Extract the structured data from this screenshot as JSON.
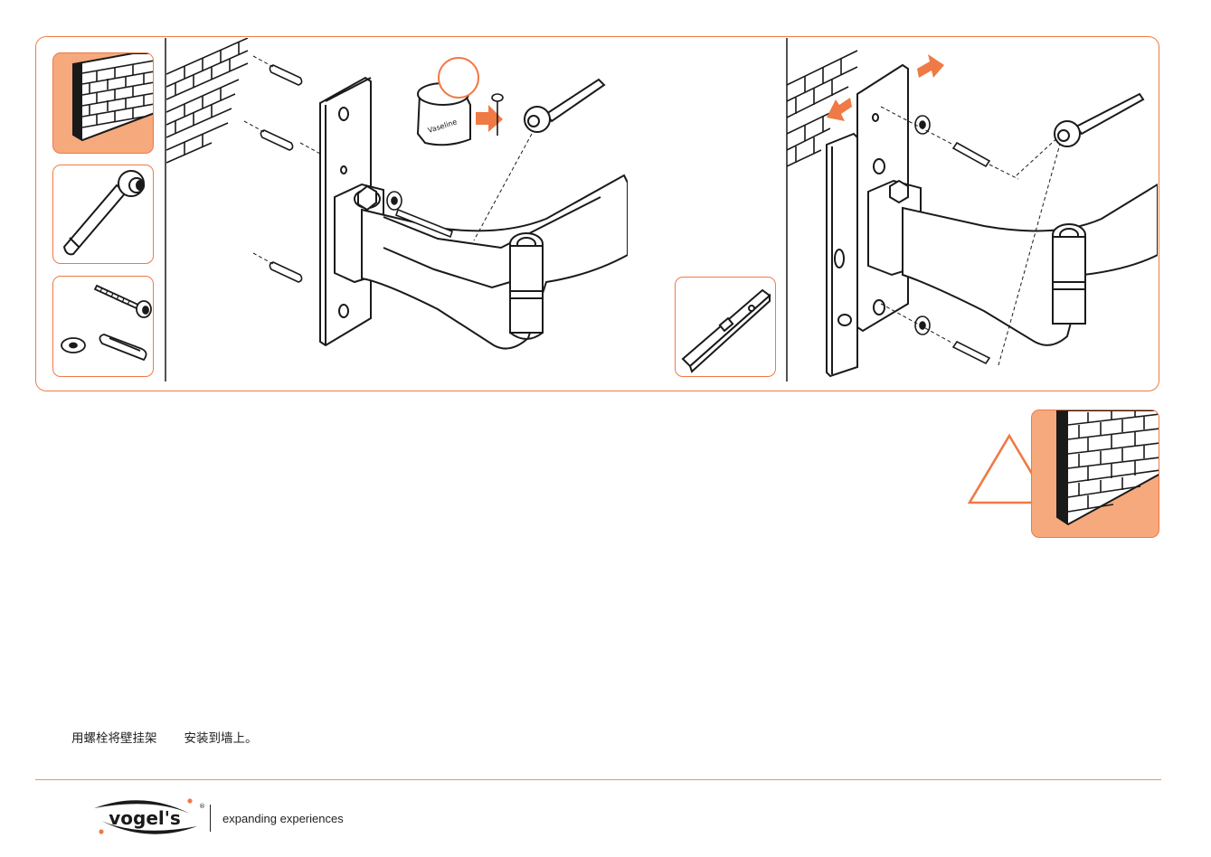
{
  "step": {
    "product_label": "Vaseline"
  },
  "caption": {
    "part1": "用螺栓将壁挂架",
    "part2": "安装到墙上。"
  },
  "brand": {
    "logo_text": "vogel's",
    "registered_mark": "®",
    "tagline": "expanding experiences"
  },
  "colors": {
    "accent": "#ef7a45",
    "panel_fill": "#f6a97d",
    "ink": "#1a1a1a"
  },
  "icons": [
    "brick-wall-icon",
    "wrench-icon",
    "screw-dowel-washer-icon",
    "spirit-level-icon",
    "warning-triangle-icon"
  ]
}
